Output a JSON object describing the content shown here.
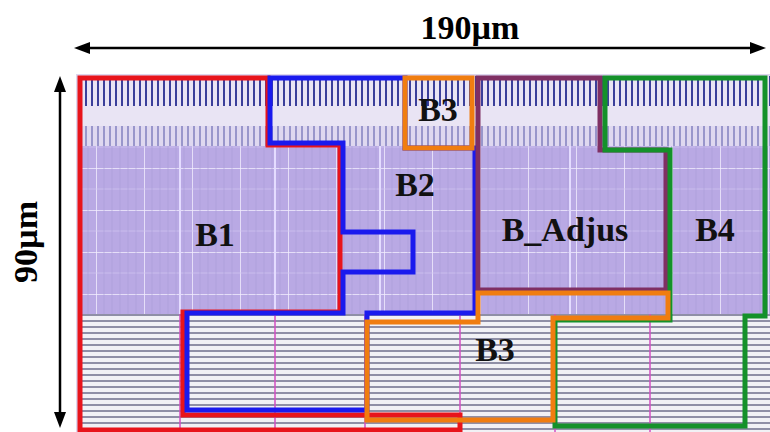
{
  "diagram": {
    "nodes": [
      {
        "text": [
          "B1"
        ]
      },
      {
        "text": [
          "B2"
        ]
      },
      {
        "text": [
          "B3"
        ]
      },
      {
        "text": [
          "B_Adjus"
        ]
      },
      {
        "text": [
          "B4"
        ]
      },
      {
        "text": [
          "B3"
        ]
      }
    ],
    "labels": [
      "190µm",
      "90µm"
    ]
  }
}
